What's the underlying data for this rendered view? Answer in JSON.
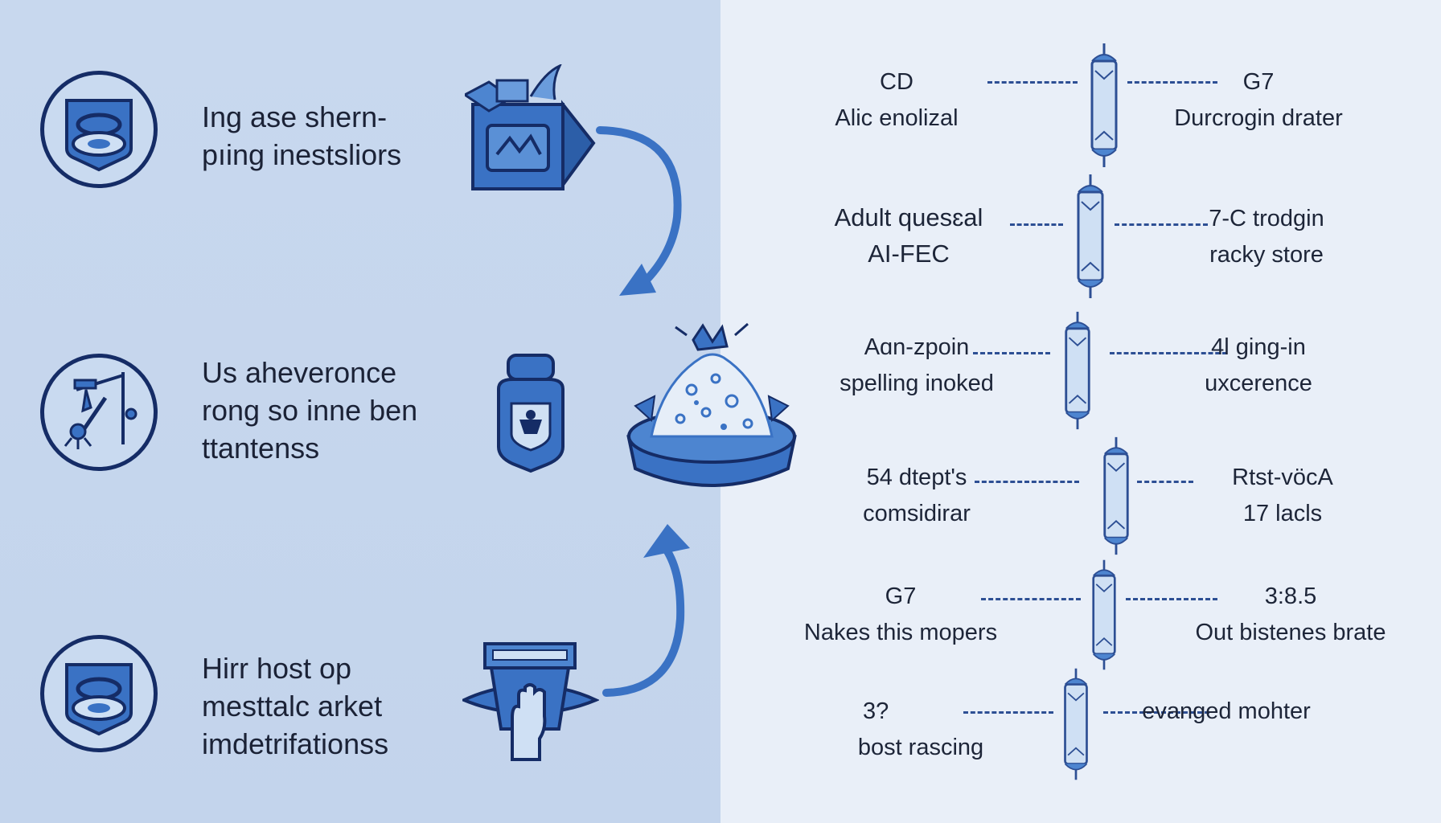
{
  "left_steps": [
    {
      "lines": [
        "Ing ase shern-",
        "pıing inestsliors"
      ]
    },
    {
      "lines": [
        "Us aheveronce",
        "rong so inne ben",
        "ttantenss"
      ]
    },
    {
      "lines": [
        "Hirr host op",
        "mesttalc arket",
        "imdetrifationss"
      ]
    }
  ],
  "rows": [
    {
      "left_lines": [
        "CD",
        "Alic enolizal"
      ],
      "right_lines": [
        "G7",
        "Durcrogin drater"
      ]
    },
    {
      "left_lines": [
        "Adult quesɛal",
        "AI-FEC"
      ],
      "right_lines": [
        "7-C trodgin",
        "racky store"
      ]
    },
    {
      "left_lines": [
        "Aɑn-zpoin",
        "spelling inoked"
      ],
      "right_lines": [
        "4l ging-in",
        "uxcerence"
      ]
    },
    {
      "left_lines": [
        "54 dtept's",
        "comsidirar"
      ],
      "right_lines": [
        "Rtst-vöcA",
        "17 lacls"
      ]
    },
    {
      "left_lines": [
        "G7",
        "Nakes this mopers"
      ],
      "right_lines": [
        "3:8.5",
        "Out bistenes brate"
      ]
    },
    {
      "left_lines": [
        "3?",
        "bost rascing"
      ],
      "right_lines": [
        "",
        "evanged mohter"
      ]
    }
  ],
  "colors": {
    "left_bg": "#c6d7ee",
    "right_bg": "#e9eff8",
    "icon_blue": "#3a72c4",
    "dark_navy": "#152c66"
  }
}
